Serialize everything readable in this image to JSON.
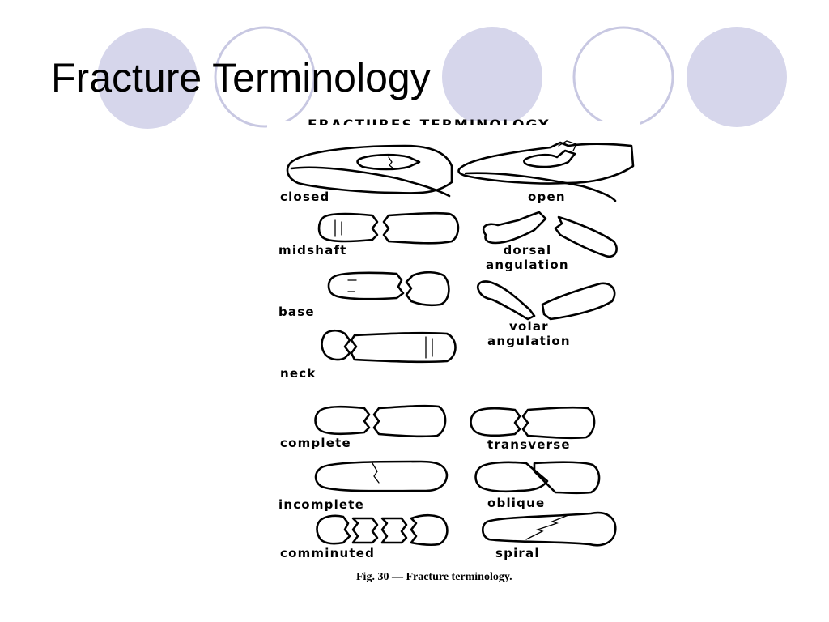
{
  "slide": {
    "title": "Fracture Terminology"
  },
  "colors": {
    "circle_fill": "#d6d6eb",
    "circle_stroke": "#c4c4e0",
    "background": "#ffffff",
    "ink": "#000000"
  },
  "figure": {
    "header_text": "FRACTURES TERMINOLOGY",
    "caption": "Fig. 30 — Fracture terminology.",
    "labels": {
      "closed": "closed",
      "open": "open",
      "midshaft": "midshaft",
      "dorsal_1": "dorsal",
      "dorsal_2": "angulation",
      "base": "base",
      "volar_1": "volar",
      "volar_2": "angulation",
      "neck": "neck",
      "complete": "complete",
      "transverse": "transverse",
      "incomplete": "incomplete",
      "oblique": "oblique",
      "comminuted": "comminuted",
      "spiral": "spiral"
    }
  }
}
